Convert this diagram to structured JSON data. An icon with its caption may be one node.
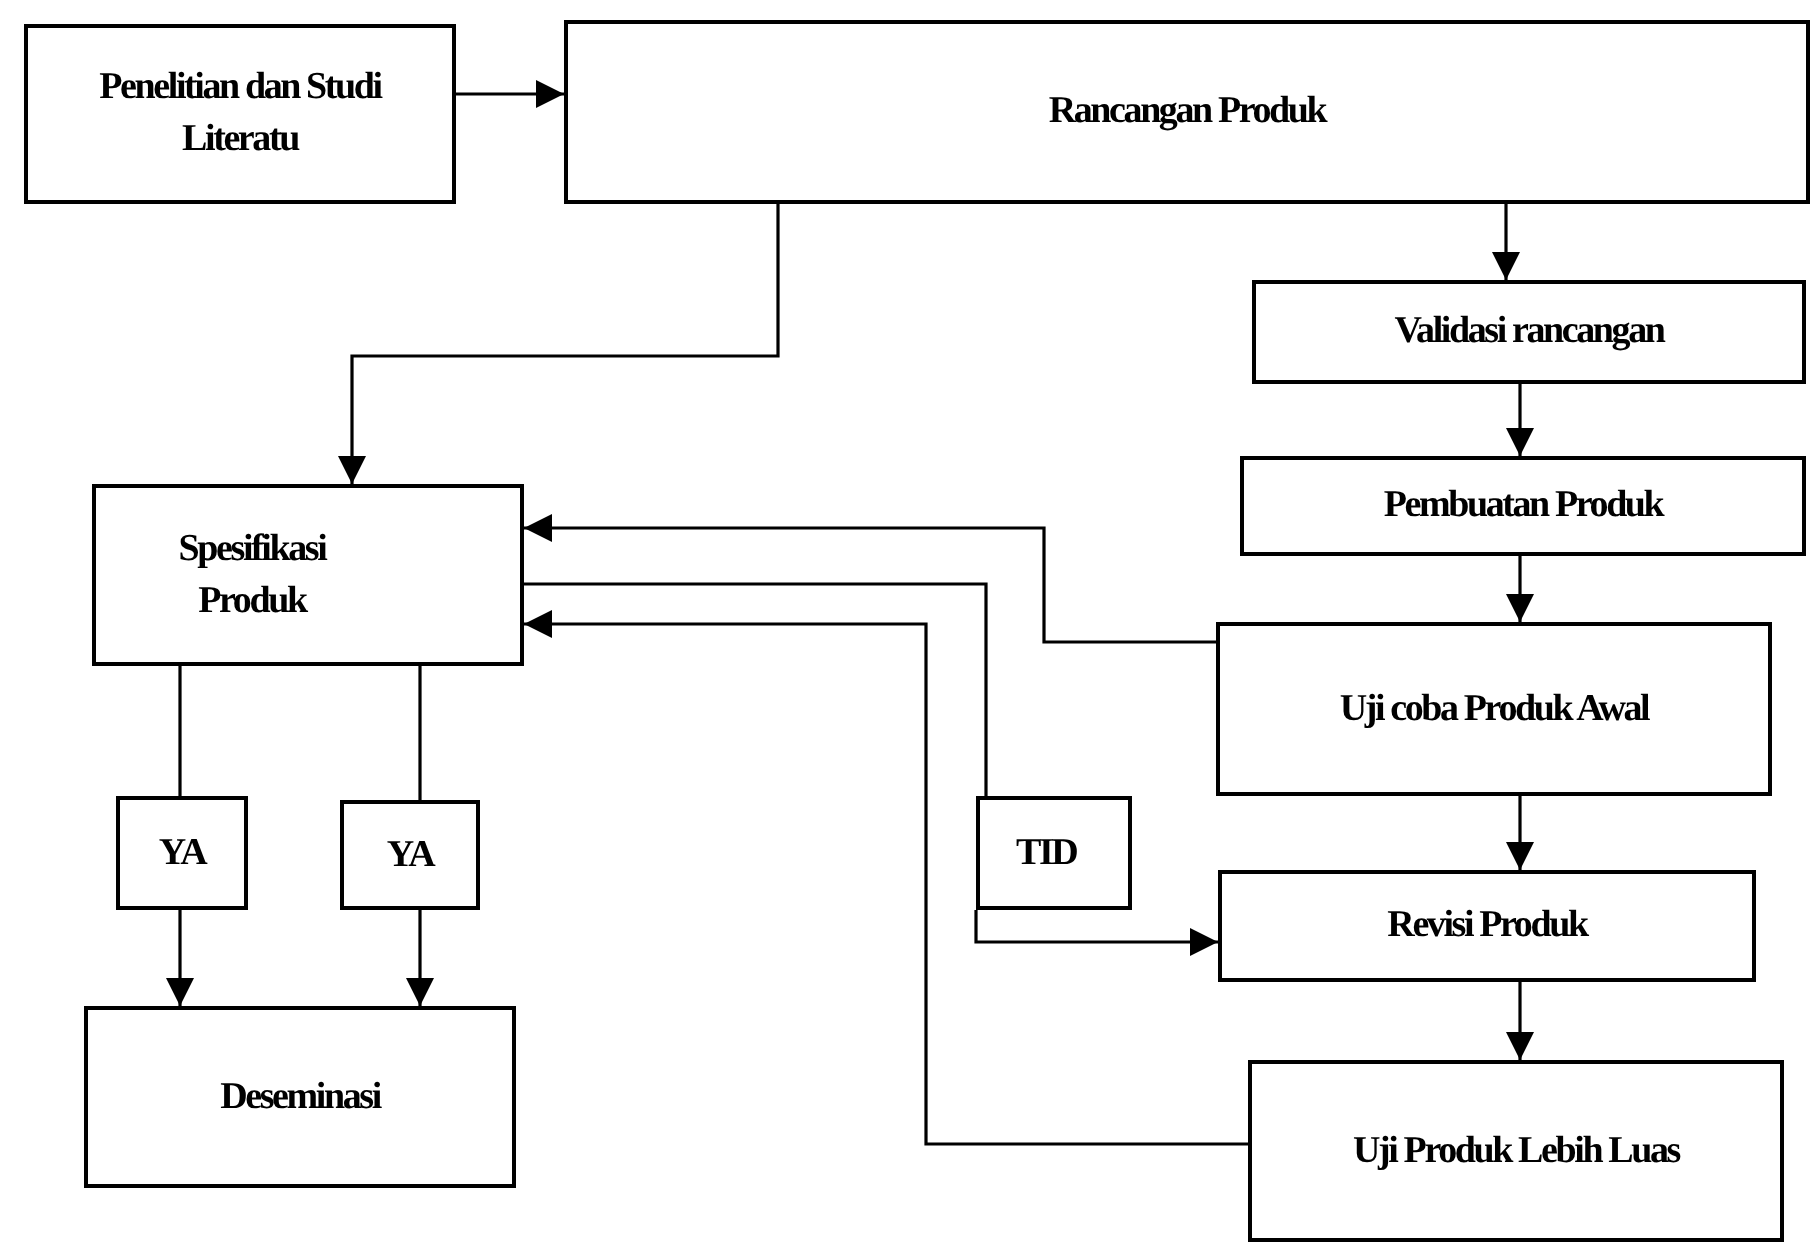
{
  "diagram": {
    "nodes": [
      {
        "text": [
          "Penelitian dan Studi Literatu"
        ]
      },
      {
        "text": [
          "Rancangan Produk"
        ]
      },
      {
        "text": [
          "Validasi rancangan"
        ]
      },
      {
        "text": [
          "Pembuatan Produk"
        ]
      },
      {
        "text": [
          "Uji coba Produk Awal"
        ]
      },
      {
        "text": [
          "Revisi Produk"
        ]
      },
      {
        "text": [
          "Uji Produk Lebih Luas"
        ]
      },
      {
        "text": [
          "Spesifikasi Produk"
        ]
      },
      {
        "text": [
          "YA"
        ]
      },
      {
        "text": [
          "YA"
        ]
      },
      {
        "text": [
          "TID"
        ]
      },
      {
        "text": [
          "Deseminasi"
        ]
      }
    ],
    "edges": [
      {
        "from": 0,
        "to": 1,
        "arrow": "to"
      },
      {
        "from": 1,
        "to": 7,
        "arrow": "to"
      },
      {
        "from": 1,
        "to": 2,
        "arrow": "to"
      },
      {
        "from": 2,
        "to": 3,
        "arrow": "to"
      },
      {
        "from": 3,
        "to": 4,
        "arrow": "to"
      },
      {
        "from": 4,
        "to": 5,
        "arrow": "to"
      },
      {
        "from": 5,
        "to": 6,
        "arrow": "to"
      },
      {
        "from": 4,
        "to": 7,
        "arrow": "to"
      },
      {
        "from": 6,
        "to": 7,
        "arrow": "to"
      },
      {
        "from": 7,
        "to": 10,
        "arrow": "none"
      },
      {
        "from": 10,
        "to": 5,
        "arrow": "to"
      },
      {
        "from": 7,
        "to": 8,
        "arrow": "none"
      },
      {
        "from": 8,
        "to": 11,
        "arrow": "to"
      },
      {
        "from": 7,
        "to": 9,
        "arrow": "none"
      },
      {
        "from": 9,
        "to": 11,
        "arrow": "to"
      }
    ]
  }
}
